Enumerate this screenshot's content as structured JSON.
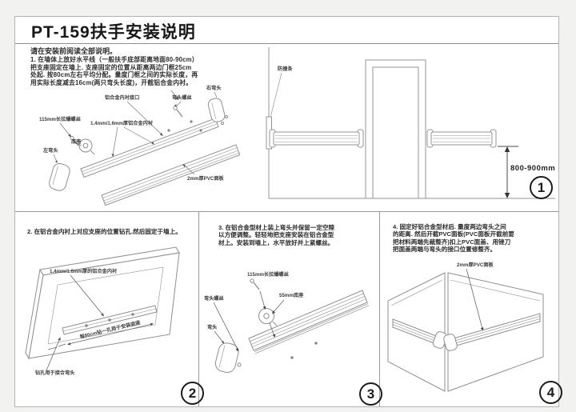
{
  "page": {
    "title": "PT-159扶手安装说明"
  },
  "step1": {
    "intro": "请在安装前阅读全部说明。",
    "lines": [
      "1. 在墙体上放好水平线（一般扶手底部距离地面80-90cm）",
      "把支座固定在墙上. 支座固定的位置从距离两边门框25cm",
      "处起. 按80cm左右平均分配。量度门框之间的实际长度，再",
      "用实际长度减去16cm(两只弯头长度)，开截铝合金内衬。"
    ],
    "number": "1",
    "exploded_labels": {
      "screw_115": "115mm长拉爆螺丝",
      "liner": "1.4mm/1.6mm厚铝合金内衬",
      "liner_joint": "铝合金内衬接口",
      "elbow_screw": "弯头螺丝",
      "right_elbow": "右弯头",
      "base": "底座",
      "left_elbow": "左弯头",
      "pvc_panel": "2mm厚PVC面板"
    },
    "elevation_labels": {
      "bumper_strip": "防撞条",
      "mount_height": "800-900mm"
    }
  },
  "step2": {
    "text": "2. 在铝合金内衬上对应支座的位置钻孔.然后固定于墙上。",
    "number": "2",
    "labels": {
      "liner": "1.4mm/1.6mm厚的铝合金内衬",
      "spacing": "每80cm钻一孔用于安装底座",
      "elbow_hole": "钻孔用于接合弯头"
    }
  },
  "step3": {
    "lines": [
      "3. 在铝合金型材上装上弯头并保留一定空隙",
      "以方便调整。轻轻地把支座安装在铝合金型",
      "材上。安装到墙上，水平放好并上紧螺丝。"
    ],
    "number": "3",
    "labels": {
      "screw_115": "115mm长拉爆螺丝",
      "elbow_screw": "弯头螺丝",
      "base_55": "55mm底座",
      "elbow": "弯头"
    }
  },
  "step4": {
    "lines": [
      "4. 固定好铝合金型材后. 量度两边弯头之间",
      "的距离. 然后开截PVC面板(PVC面板开截前要",
      "把材料两端先裁整齐)扣上PVC面盖、用锉刀",
      "把面盖两端与弯头的接口位置修整齐。"
    ],
    "number": "4",
    "labels": {
      "pvc_panel": "2mm厚PVC面板"
    }
  }
}
